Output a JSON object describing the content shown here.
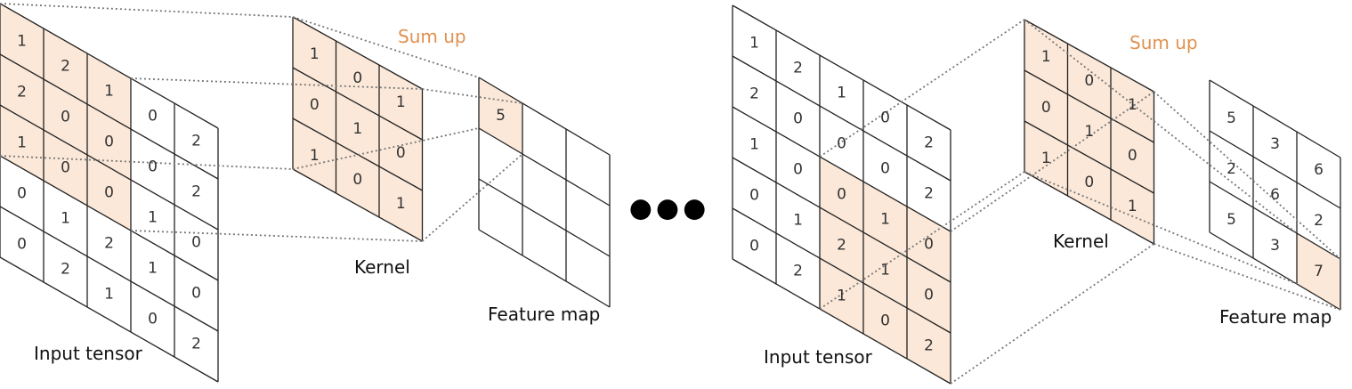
{
  "labels": {
    "input_tensor": "Input tensor",
    "kernel": "Kernel",
    "feature_map": "Feature map",
    "sum_up": "Sum up",
    "ellipsis": "●●●"
  },
  "colors": {
    "highlight": "#fbe8d8",
    "accent_text": "#e0914f",
    "grid": "#222222",
    "projection": "#777777"
  },
  "input_tensor": [
    [
      1,
      2,
      1,
      0,
      2
    ],
    [
      2,
      0,
      0,
      0,
      2
    ],
    [
      1,
      0,
      0,
      1,
      0
    ],
    [
      0,
      1,
      2,
      1,
      0
    ],
    [
      0,
      2,
      1,
      0,
      2
    ]
  ],
  "kernel": [
    [
      1,
      0,
      1
    ],
    [
      0,
      1,
      0
    ],
    [
      1,
      0,
      1
    ]
  ],
  "feature_map_first_step": [
    [
      5,
      "",
      ""
    ],
    [
      "",
      "",
      ""
    ],
    [
      "",
      "",
      ""
    ]
  ],
  "feature_map_last_step": [
    [
      5,
      3,
      6
    ],
    [
      2,
      6,
      2
    ],
    [
      5,
      3,
      7
    ]
  ],
  "first_step": {
    "input_window": [
      0,
      0
    ],
    "output_cell": [
      0,
      0
    ]
  },
  "last_step": {
    "input_window": [
      2,
      2
    ],
    "output_cell": [
      2,
      2
    ]
  }
}
